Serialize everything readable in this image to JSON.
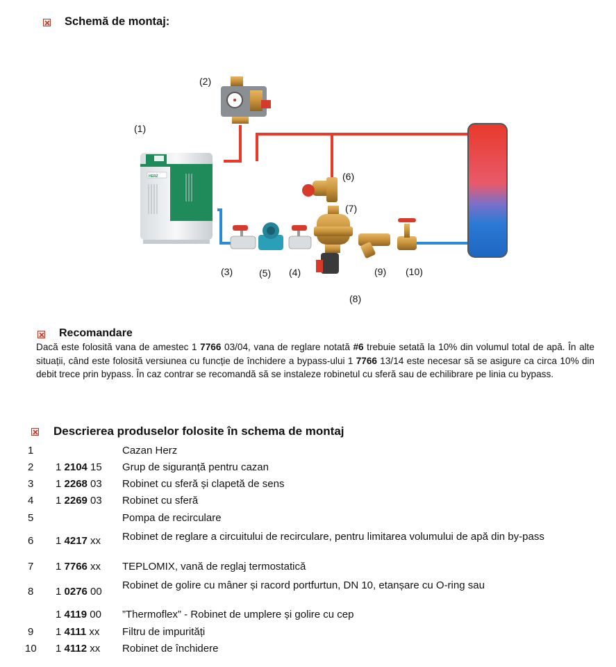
{
  "header": {
    "title": "Schemă de montaj:"
  },
  "diagram": {
    "labels": [
      "(1)",
      "(2)",
      "(3)",
      "(4)",
      "(5)",
      "(6)",
      "(7)",
      "(8)",
      "(9)",
      "(10)"
    ],
    "boiler_brand": "HERZ",
    "colors": {
      "hot": "#e8392a",
      "cold": "#2a8ad4",
      "brass": "#c8923a",
      "green": "#1f8a5a"
    }
  },
  "recommendation": {
    "title": "Recomandare",
    "t1": "Dacă este folosită vana de amestec 1 ",
    "b1": "7766",
    "t2": " 03/04, vana de reglare notată ",
    "b2": "#6",
    "t3": " trebuie setată la 10% din volumul total de apă. În alte situații, când este folosită versiunea cu funcție de închidere a bypass-ului 1 ",
    "b3": "7766",
    "t4": " 13/14 este necesar să se asigure ca circa 10% din debit trece prin bypass. În caz contrar se recomandă să se instaleze robinetul cu sferă sau de echilibrare pe linia cu bypass."
  },
  "parts": {
    "title": "Descrierea produselor folosite în schema de montaj",
    "rows": [
      {
        "num": "1",
        "pre": "",
        "bold": "",
        "suf": "",
        "desc": "Cazan Herz"
      },
      {
        "num": "2",
        "pre": "1 ",
        "bold": "2104",
        "suf": " 15",
        "desc": "Grup de siguranță pentru cazan"
      },
      {
        "num": "3",
        "pre": "1 ",
        "bold": "2268",
        "suf": " 03",
        "desc": "Robinet cu sferă și clapetă de sens"
      },
      {
        "num": "4",
        "pre": "1 ",
        "bold": "2269",
        "suf": " 03",
        "desc": "Robinet cu sferă"
      },
      {
        "num": "5",
        "pre": "",
        "bold": "",
        "suf": "",
        "desc": "Pompa de recirculare"
      },
      {
        "num": "6",
        "pre": "1 ",
        "bold": "4217",
        "suf": " xx",
        "desc": "Robinet de reglare a circuitului de recirculare, pentru limitarea volumului de apă din by-pass"
      },
      {
        "num": "7",
        "pre": "1 ",
        "bold": "7766",
        "suf": " xx",
        "desc": "TEPLOMIX, vană de reglaj termostatică"
      },
      {
        "num": "8",
        "pre": "1 ",
        "bold": "0276",
        "suf": " 00",
        "desc": "Robinet de golire cu mâner și racord portfurtun, DN 10, etanșare cu O-ring sau"
      },
      {
        "num": "",
        "pre": "1 ",
        "bold": "4119",
        "suf": " 00",
        "desc": "”Thermoflex” - Robinet de umplere și golire cu cep"
      },
      {
        "num": "9",
        "pre": "1 ",
        "bold": "4111",
        "suf": " xx",
        "desc": "Filtru de impurități"
      },
      {
        "num": "10",
        "pre": "1 ",
        "bold": "4112",
        "suf": " xx",
        "desc": "Robinet de închidere"
      }
    ]
  }
}
